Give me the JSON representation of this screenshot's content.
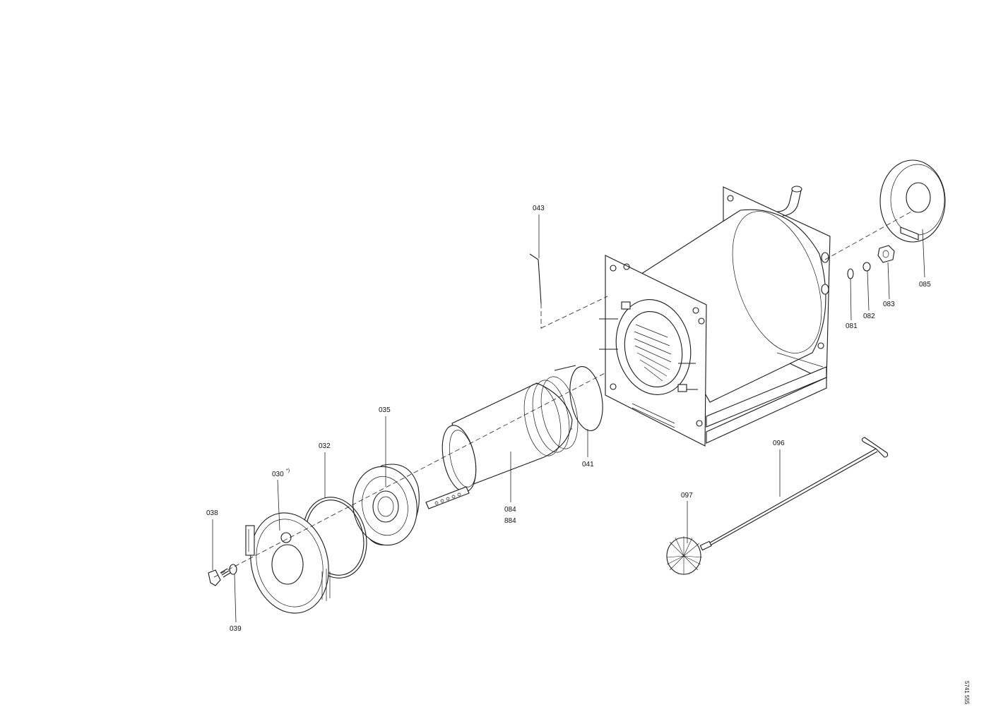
{
  "diagram": {
    "part_labels": [
      "043",
      "085",
      "083",
      "082",
      "081",
      "041",
      "035",
      "032",
      "030",
      "038",
      "039",
      "084",
      "884",
      "096",
      "097"
    ],
    "footnote_marker": "*)",
    "drawing_code": "5741 555"
  }
}
